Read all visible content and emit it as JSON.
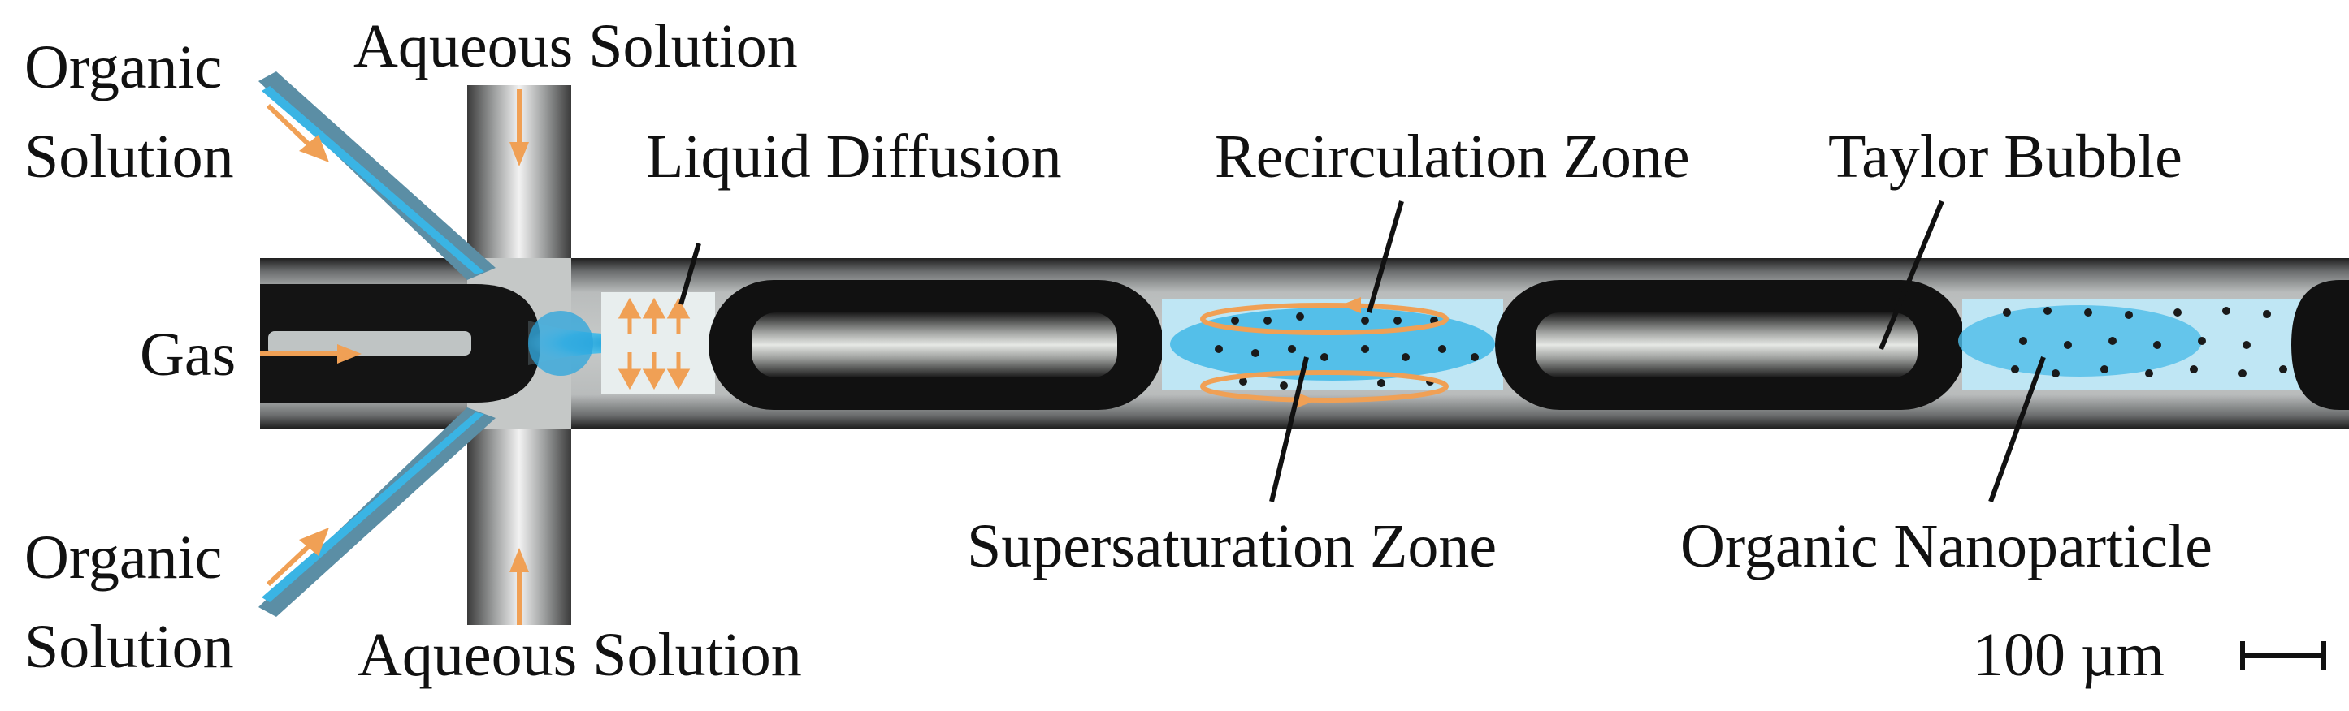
{
  "labels": {
    "organic_top_line1": "Organic",
    "organic_top_line2": "Solution",
    "organic_bottom_line1": "Organic",
    "organic_bottom_line2": "Solution",
    "aqueous_top": "Aqueous Solution",
    "aqueous_bottom": "Aqueous Solution",
    "gas": "Gas",
    "liquid_diffusion": "Liquid Diffusion",
    "recirculation_zone": "Recirculation Zone",
    "taylor_bubble": "Taylor Bubble",
    "supersaturation_zone": "Supersaturation Zone",
    "organic_nanoparticle": "Organic Nanoparticle",
    "scale_bar": "100 µm"
  },
  "colors": {
    "channel_dark": "#2a2a2a",
    "channel_grey": "#8d8f90",
    "liquid_blue": "#3fb8e6",
    "liquid_light": "#bfe6f4",
    "arrow_orange": "#f0a055",
    "bubble_dark": "#151515",
    "bubble_core": "#d9dcd8"
  }
}
